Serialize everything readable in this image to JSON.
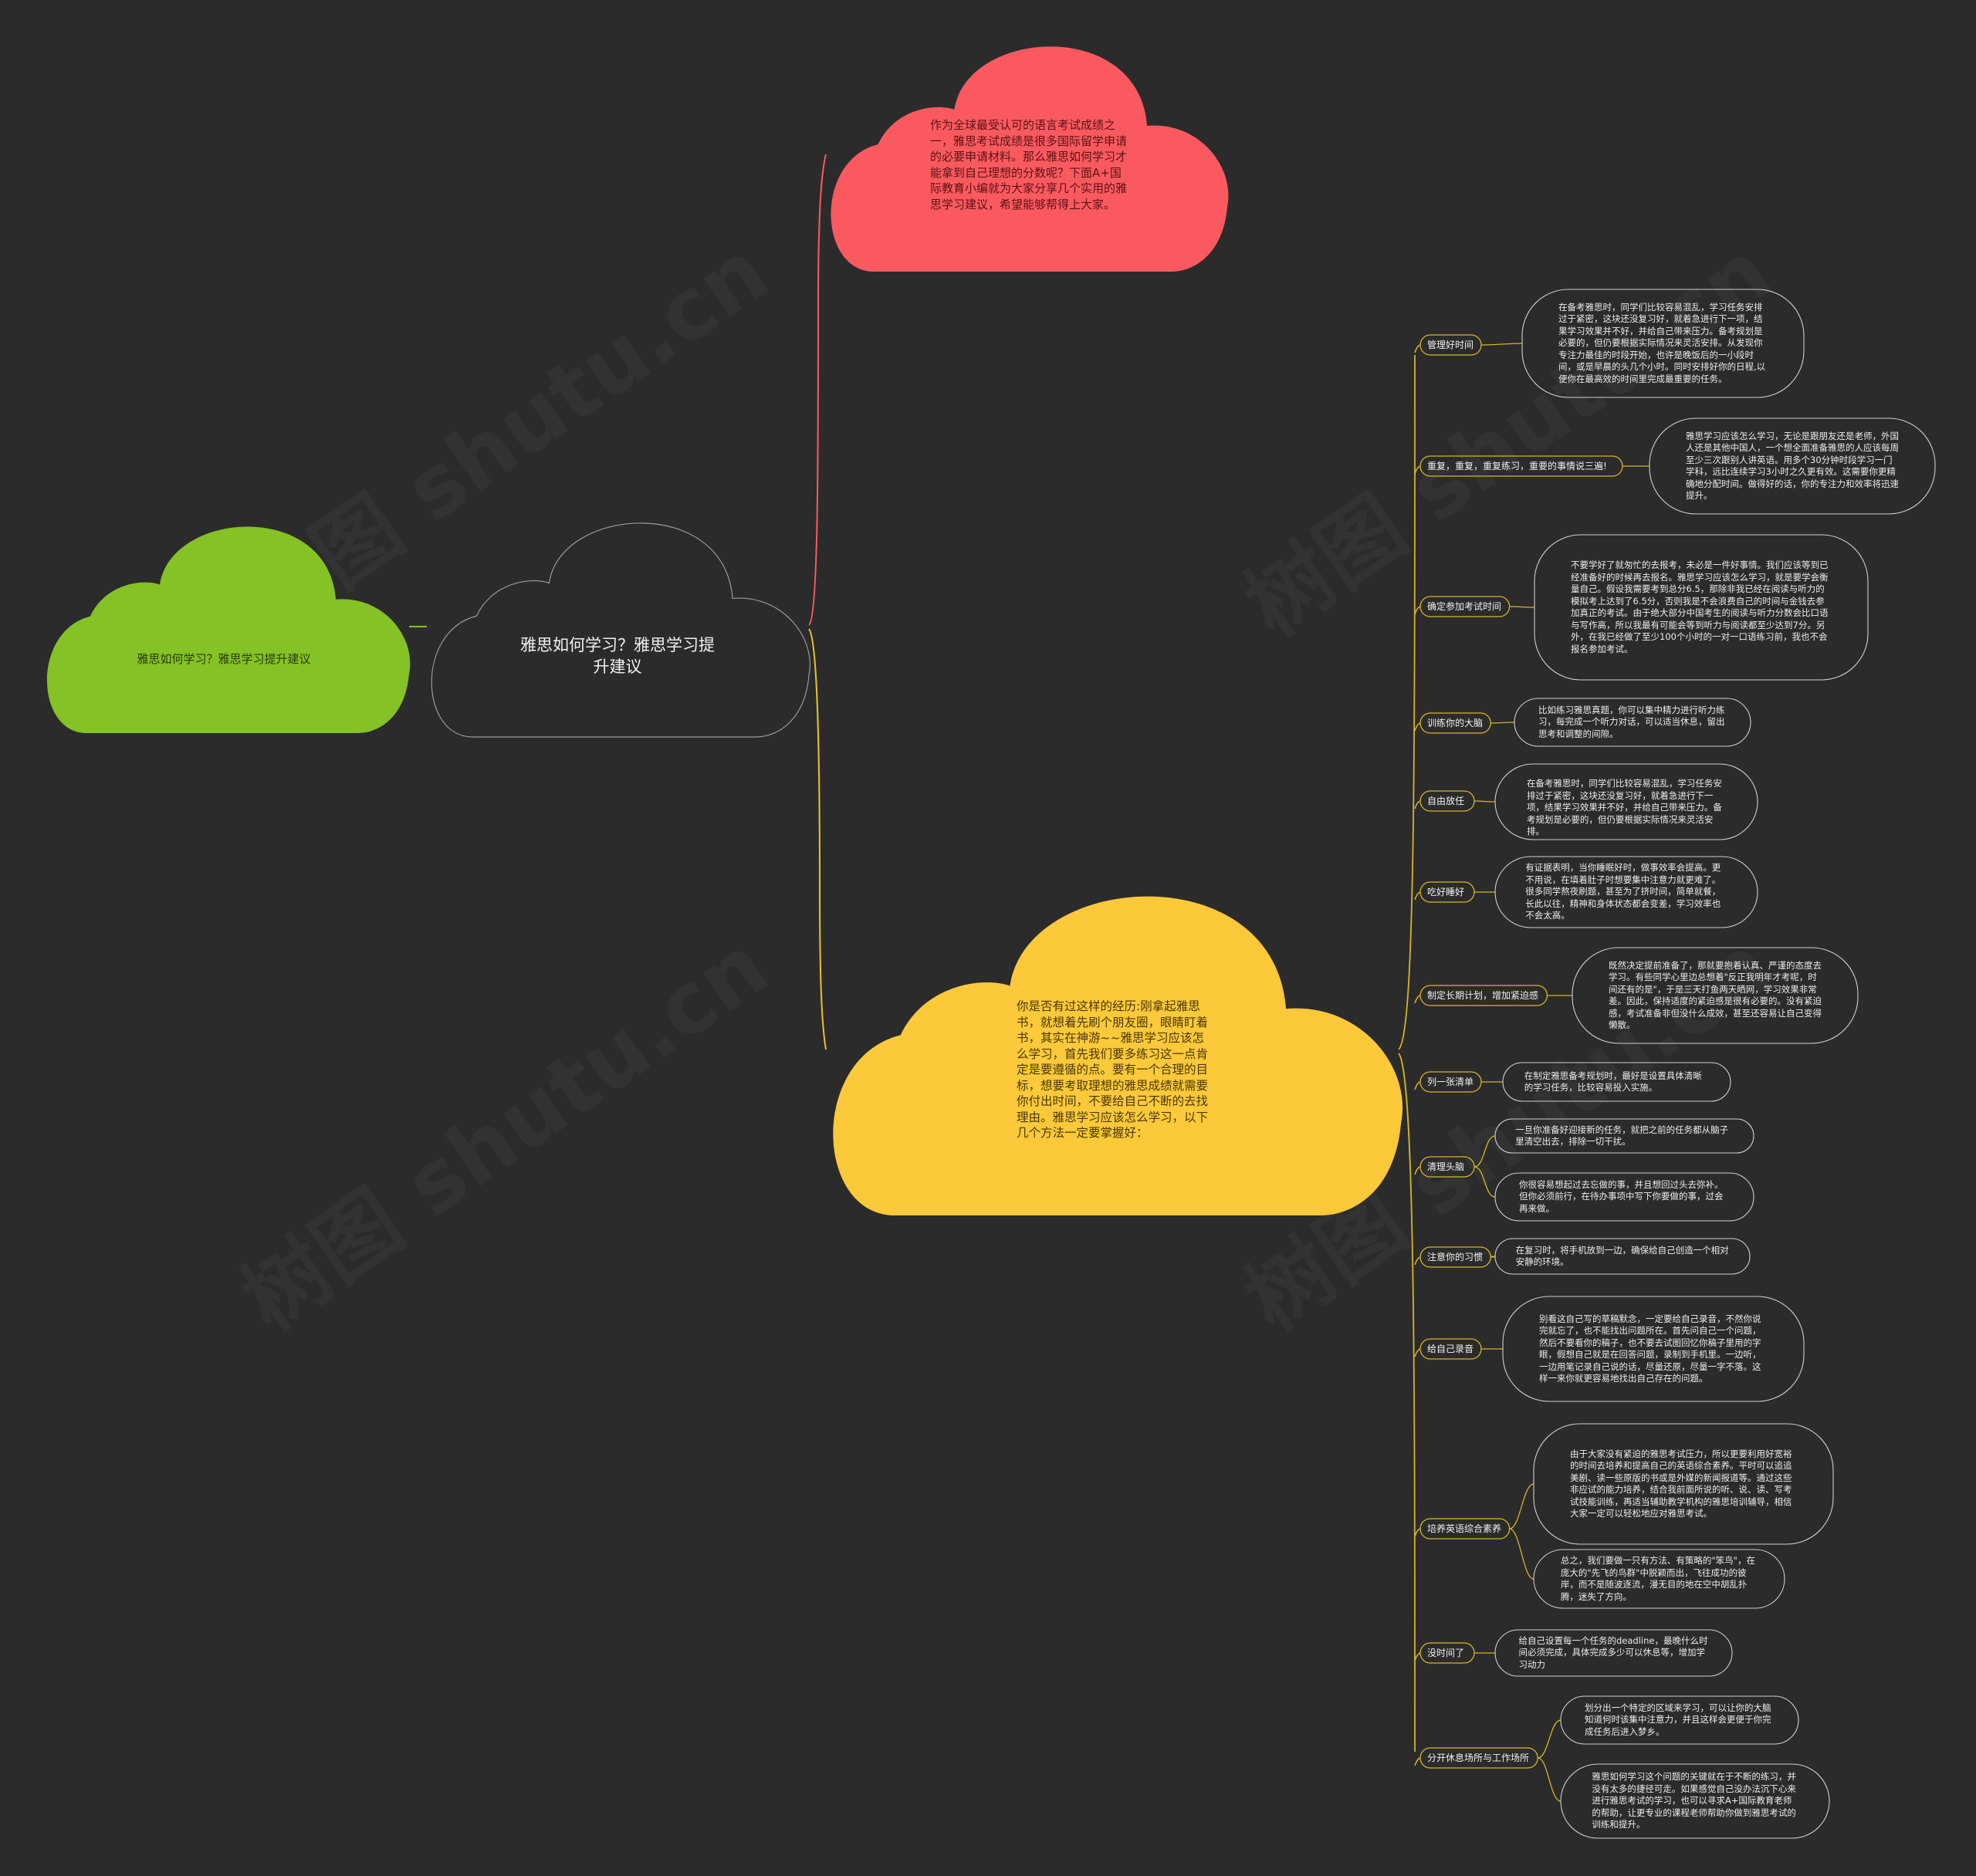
{
  "colors": {
    "background": "#2b2b2b",
    "root_cloud": "#84c225",
    "center_cloud": "#2b2b2b",
    "red_cloud": "#fa5a5f",
    "yellow_cloud": "#fbc93a",
    "red_line": "#fa5a5f",
    "yellow_line": "#e8c22c",
    "branch_line": "#d6b52a",
    "pill_border": "#cfcfcf"
  },
  "watermark": "树图 shutu.cn",
  "root": {
    "label": "雅思如何学习？雅思学习提升建议"
  },
  "center": {
    "label": "雅思如何学习？雅思学习提升建议"
  },
  "intro": {
    "text": "作为全球最受认可的语言考试成绩之一，雅思考试成绩是很多国际留学申请的必要申请材料。那么雅思如何学习才能拿到自己理想的分数呢？下面A+国际教育小编就为大家分享几个实用的雅思学习建议，希望能够帮得上大家。"
  },
  "main": {
    "text": "你是否有过这样的经历:刚拿起雅思书，就想着先刷个朋友圈，眼睛盯着书，其实在神游~~雅思学习应该怎么学习，首先我们要多练习这一点肯定是要遵循的点。要有一个合理的目标，想要考取理想的雅思成绩就需要你付出时间，不要给自己不断的去找理由。雅思学习应该怎么学习，以下几个方法一定要掌握好："
  },
  "branches": [
    {
      "label": "管理好时间",
      "leaves": [
        "在备考雅思时，同学们比较容易混乱，学习任务安排过于紧密，这块还没复习好，就着急进行下一项，结果学习效果并不好，并给自己带来压力。备考规划是必要的，但仍要根据实际情况来灵活安排。从发现你专注力最佳的时段开始，也许是晚饭后的一小段时间，或是早晨的头几个小时。同时安排好你的日程,以便你在最高效的时间里完成最重要的任务。"
      ]
    },
    {
      "label": "重复，重复，重复练习，重要的事情说三遍!",
      "leaves": [
        "雅思学习应该怎么学习，无论是跟朋友还是老师，外国人还是其他中国人，一个想全面准备雅思的人应该每周至少三次跟别人讲英语。用多个30分钟时段学习一门学科，远比连续学习3小时之久更有效。这需要你更精确地分配时间。做得好的话，你的专注力和效率将迅速提升。"
      ]
    },
    {
      "label": "确定参加考试时间",
      "leaves": [
        "不要学好了就匆忙的去报考，未必是一件好事情。我们应该等到已经准备好的时候再去报名。雅思学习应该怎么学习，就是要学会衡量自己。假设我需要考到总分6.5，那除非我已经在阅读与听力的模拟考上达到了6.5分，否则我是不会浪费自己的时间与金钱去参加真正的考试。由于绝大部分中国考生的阅读与听力分数会比口语与写作高，所以我最有可能会等到听力与阅读都至少达到7分。另外，在我已经做了至少100个小时的一对一口语练习前，我也不会报名参加考试。"
      ]
    },
    {
      "label": "训练你的大脑",
      "leaves": [
        "比如练习雅思真题，你可以集中精力进行听力练习，每完成一个听力对话，可以适当休息，留出思考和调整的间隙。"
      ]
    },
    {
      "label": "自由放任",
      "leaves": [
        "在备考雅思时，同学们比较容易混乱，学习任务安排过于紧密，这块还没复习好，就着急进行下一项，结果学习效果并不好，并给自己带来压力。备考规划是必要的，但仍要根据实际情况来灵活安排。"
      ]
    },
    {
      "label": "吃好睡好",
      "leaves": [
        "有证据表明，当你睡眠好时，做事效率会提高。更不用说，在填着肚子时想要集中注意力就更难了。很多同学熬夜刷题，甚至为了挤时间，简单就餐，长此以往，精神和身体状态都会变差，学习效率也不会太高。"
      ]
    },
    {
      "label": "制定长期计划，增加紧迫感",
      "leaves": [
        "既然决定提前准备了，那就要抱着认真、严谨的态度去学习。有些同学心里边总想着\"反正我明年才考呢，时间还有的是\"，于是三天打鱼两天晒网，学习效果非常差。因此，保持适度的紧迫感是很有必要的。没有紧迫感，考试准备非但没什么成效，甚至还容易让自己变得懒散。"
      ]
    },
    {
      "label": "列一张清单",
      "leaves": [
        "在制定雅思备考规划时，最好是设置具体清晰的学习任务，比较容易投入实施。"
      ]
    },
    {
      "label": "清理头脑",
      "leaves": [
        "一旦你准备好迎接新的任务，就把之前的任务都从脑子里清空出去，排除一切干扰。",
        "你很容易想起过去忘做的事，并且想回过头去弥补。但你必须前行，在待办事项中写下你要做的事，过会再来做。"
      ]
    },
    {
      "label": "注意你的习惯",
      "leaves": [
        "在复习时，将手机放到一边，确保给自己创造一个相对安静的环境。"
      ]
    },
    {
      "label": "给自己录音",
      "leaves": [
        "别看这自己写的草稿默念，一定要给自己录音，不然你说完就忘了，也不能找出问题所在。首先问自己一个问题，然后不要看你的稿子，也不要去试图回忆你稿子里用的字眼，假想自己就是在回答问题，录制到手机里。一边听，一边用笔记录自己说的话，尽量还原，尽量一字不落。这样一来你就更容易地找出自己存在的问题。"
      ]
    },
    {
      "label": "培养英语综合素养",
      "leaves": [
        "由于大家没有紧迫的雅思考试压力，所以更要利用好宽裕的时间去培养和提高自己的英语综合素养。平时可以追追美剧、读一些原版的书或是外媒的新闻报道等。通过这些非应试的能力培养，结合我前面所说的听、说、读、写考试技能训练，再适当辅助教学机构的雅思培训辅导，相信大家一定可以轻松地应对雅思考试。",
        "总之，我们要做一只有方法、有策略的\"笨鸟\"，在庞大的\"先飞的鸟群\"中脱颖而出，飞往成功的彼岸，而不是随波逐流，漫无目的地在空中胡乱扑腾，迷失了方向。"
      ]
    },
    {
      "label": "没时间了",
      "leaves": [
        "给自己设置每一个任务的deadline，最晚什么时间必须完成，具体完成多少可以休息等，增加学习动力"
      ]
    },
    {
      "label": "分开休息场所与工作场所",
      "leaves": [
        "划分出一个特定的区域来学习，可以让你的大脑知道何时该集中注意力，并且这样会更便于你完成任务后进入梦乡。",
        "雅思如何学习这个问题的关键就在于不断的练习，并没有太多的捷径可走。如果感觉自己没办法沉下心来进行雅思考试的学习，也可以寻求A+国际教育老师的帮助，让更专业的课程老师帮助你做到雅思考试的训练和提升。"
      ]
    }
  ]
}
